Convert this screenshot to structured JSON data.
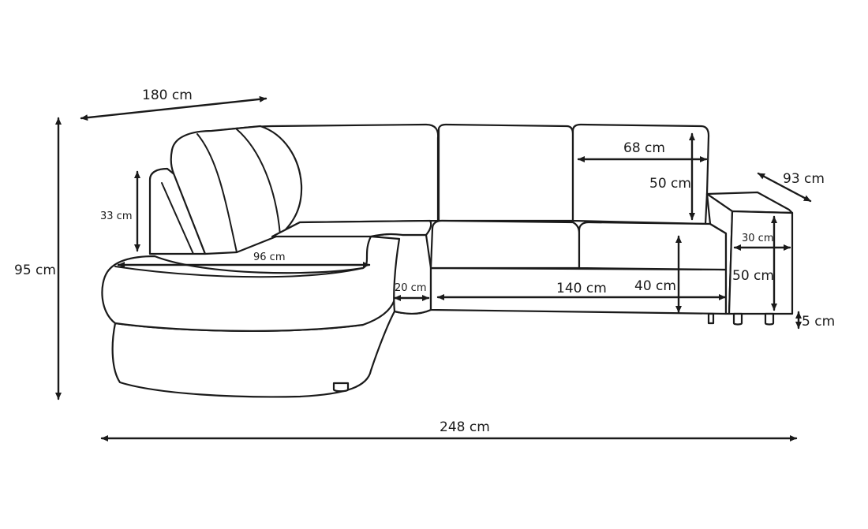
{
  "diagram": {
    "subject": "corner sofa dimension drawing",
    "dimensions": {
      "depth_angle": "180 cm",
      "total_height": "95 cm",
      "backrest_angle": "33 cm",
      "chaise_seat": "96 cm",
      "corner_width": "20 cm",
      "seat_width": "140 cm",
      "back_cushion_width": "68 cm",
      "back_cushion_height": "50 cm",
      "seat_height": "40 cm",
      "armrest_depth": "93 cm",
      "armrest_width": "30 cm",
      "armrest_height": "50 cm",
      "leg_height": "5 cm",
      "total_width": "248 cm"
    }
  }
}
